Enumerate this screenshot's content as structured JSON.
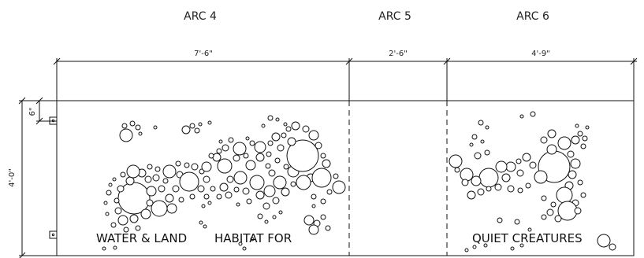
{
  "arcs": [
    {
      "label": "ARC 4",
      "dimension": "7'-6\""
    },
    {
      "label": "ARC 5",
      "dimension": "2'-6\""
    },
    {
      "label": "ARC 6",
      "dimension": "4'-9\""
    }
  ],
  "height_dimension": "4'-0\"",
  "offset_dimension": "6\"",
  "captions": [
    "WATER & LAND",
    "HABITAT FOR",
    "QUIET CREATURES"
  ]
}
